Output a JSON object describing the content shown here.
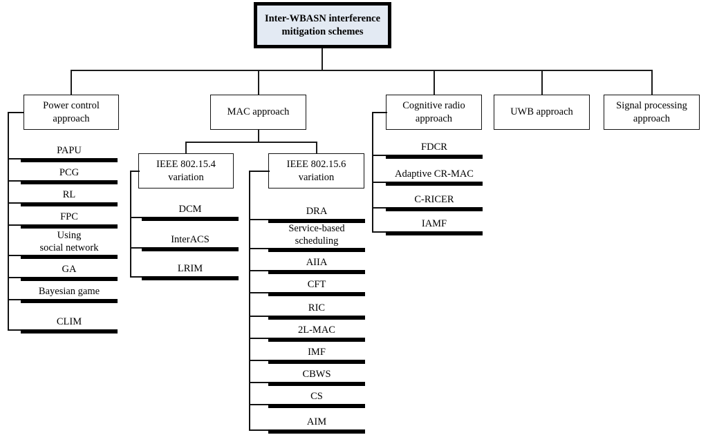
{
  "diagram": {
    "title": "Inter-WBASN interference mitigation schemes",
    "root": {
      "label": "Inter-WBASN\ninterference mitigation\nschemes",
      "fill_color": "#e3eaf3",
      "border_color": "#000000"
    },
    "categories": [
      {
        "id": "power-control",
        "label": "Power control\napproach"
      },
      {
        "id": "mac",
        "label": "MAC approach"
      },
      {
        "id": "cognitive-radio",
        "label": "Cognitive radio\napproach"
      },
      {
        "id": "uwb",
        "label": "UWB approach"
      },
      {
        "id": "signal-processing",
        "label": "Signal processing\napproach"
      }
    ],
    "subcategories": [
      {
        "id": "ieee-802-15-4",
        "parent": "mac",
        "label": "IEEE 802.15.4\nvariation"
      },
      {
        "id": "ieee-802-15-6",
        "parent": "mac",
        "label": "IEEE 802.15.6\nvariation"
      }
    ],
    "leaves": {
      "power-control": [
        "PAPU",
        "PCG",
        "RL",
        "FPC",
        "Using\nsocial network",
        "GA",
        "Bayesian game",
        "CLIM"
      ],
      "ieee-802-15-4": [
        "DCM",
        "InterACS",
        "LRIM"
      ],
      "ieee-802-15-6": [
        "DRA",
        "Service-based\nscheduling",
        "AIIA",
        "CFT",
        "RIC",
        "2L-MAC",
        "IMF",
        "CBWS",
        "CS",
        "AIM"
      ],
      "cognitive-radio": [
        "FDCR",
        "Adaptive CR-MAC",
        "C-RICER",
        "IAMF"
      ],
      "uwb": [],
      "signal-processing": []
    }
  }
}
